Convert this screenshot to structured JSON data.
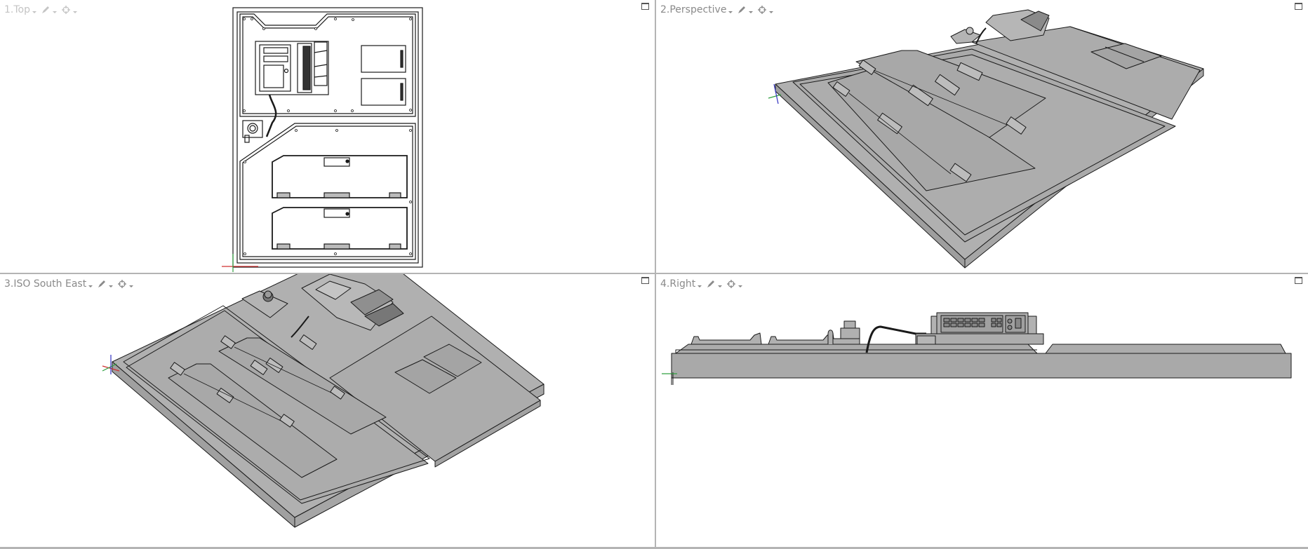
{
  "viewports": [
    {
      "id": "top",
      "title": "1.Top",
      "active": false,
      "icons": [
        "display-mode-icon",
        "viewpoint-icon"
      ]
    },
    {
      "id": "perspective",
      "title": "2.Perspective",
      "active": true,
      "icons": [
        "display-mode-icon",
        "viewpoint-icon"
      ]
    },
    {
      "id": "iso-south-east",
      "title": "3.ISO South East",
      "active": true,
      "icons": [
        "display-mode-icon",
        "viewpoint-icon"
      ]
    },
    {
      "id": "right",
      "title": "4.Right",
      "active": true,
      "icons": [
        "display-mode-icon",
        "viewpoint-icon"
      ]
    }
  ],
  "colors": {
    "model_fill": "#a9a9a9",
    "model_top_fill": "#b0b0b0",
    "edge": "#1a1a1a",
    "background": "#ffffff",
    "divider": "#b4b4b4",
    "axis_x": "#d03030",
    "axis_y": "#30a040",
    "axis_z": "#3030c0",
    "label_text": "#8a8a8a"
  }
}
